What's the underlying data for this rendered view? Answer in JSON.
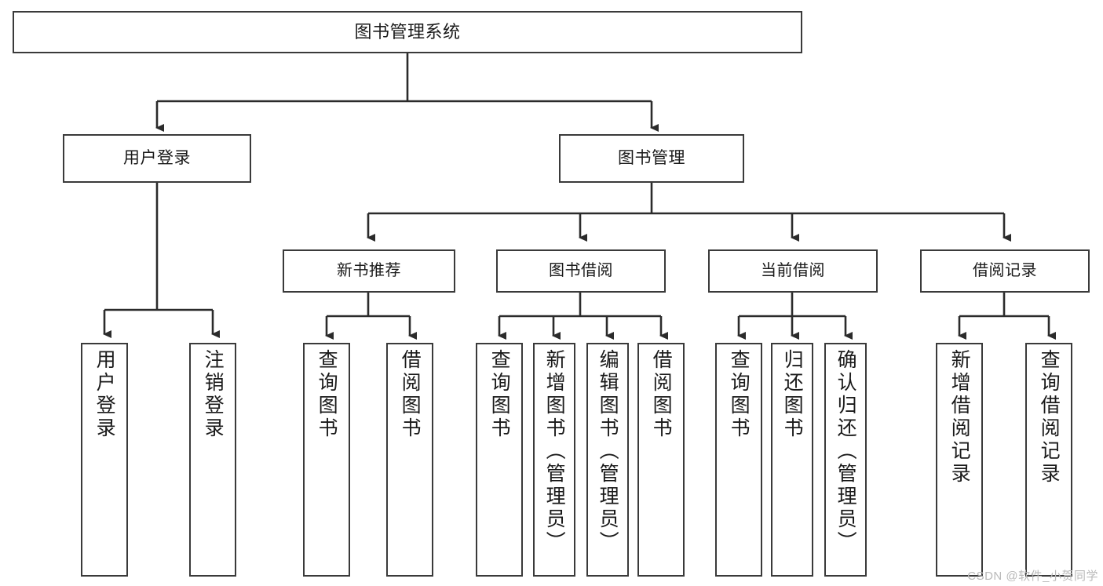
{
  "diagram": {
    "title": "图书管理系统",
    "type": "tree-hierarchy-diagram",
    "colors": {
      "background": "#ffffff",
      "box_border": "#3a3a3a",
      "box_fill": "#ffffff",
      "text": "#1a1a1a",
      "connector": "#2b2b2b",
      "watermark": "#b9b9b9"
    }
  },
  "root": {
    "label": "图书管理系统"
  },
  "level2": [
    {
      "label": "用户登录"
    },
    {
      "label": "图书管理"
    }
  ],
  "level3": [
    {
      "label": "新书推荐"
    },
    {
      "label": "图书借阅"
    },
    {
      "label": "当前借阅"
    },
    {
      "label": "借阅记录"
    }
  ],
  "leaves": {
    "user_login": [
      {
        "label": "用户登录"
      },
      {
        "label": "注销登录"
      }
    ],
    "new_book_recommend": [
      {
        "label": "查询图书"
      },
      {
        "label": "借阅图书"
      }
    ],
    "book_borrow": [
      {
        "label": "查询图书"
      },
      {
        "label": "新增图书（管理员）"
      },
      {
        "label": "编辑图书（管理员）"
      },
      {
        "label": "借阅图书"
      }
    ],
    "current_borrow": [
      {
        "label": "查询图书"
      },
      {
        "label": "归还图书"
      },
      {
        "label": "确认归还（管理员）"
      }
    ],
    "borrow_record": [
      {
        "label": "新增借阅记录"
      },
      {
        "label": "查询借阅记录"
      }
    ]
  },
  "watermark": {
    "text": "CSDN @软件_小贺同学"
  }
}
